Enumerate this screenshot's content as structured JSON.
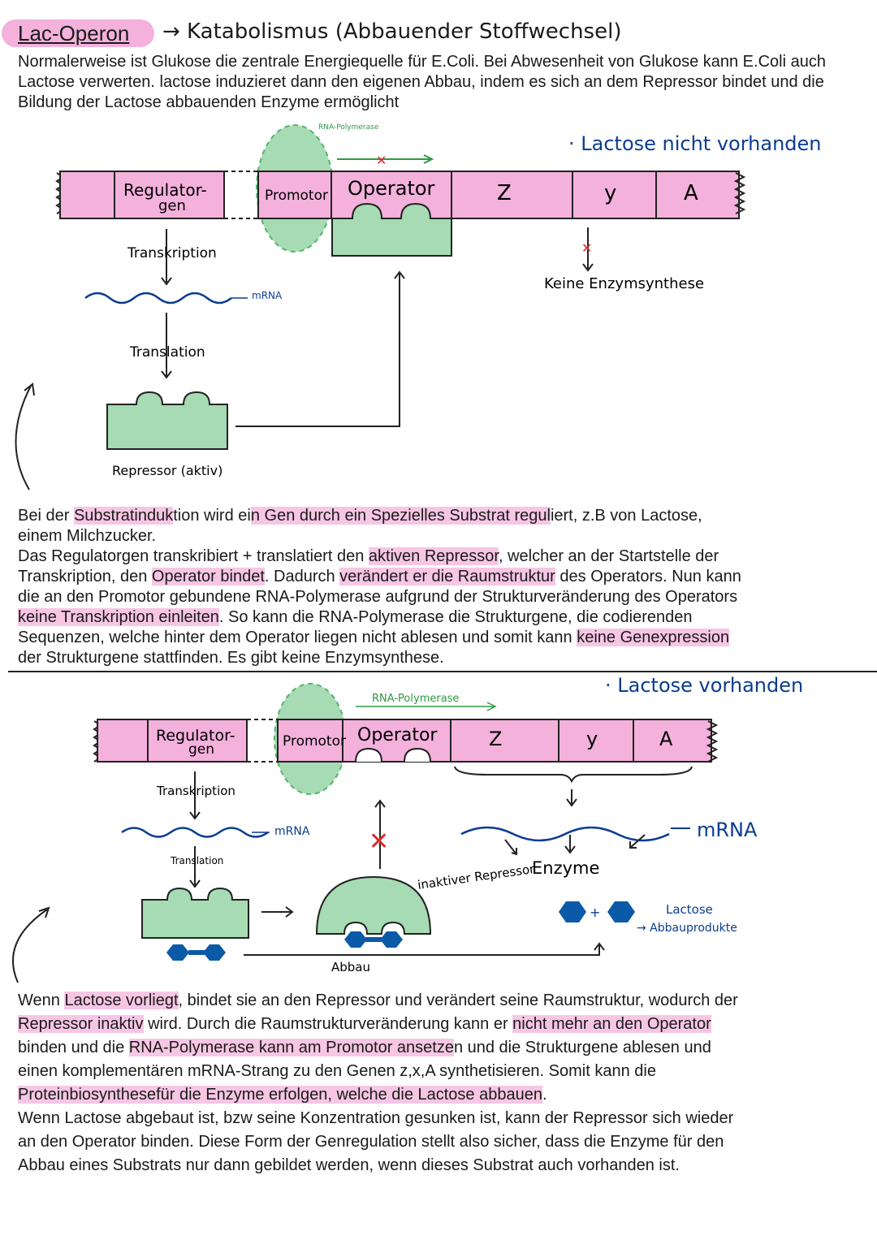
{
  "header": {
    "title": "Lac-Operon",
    "subtitle": "→ Katabolismus (Abbauender Stoffwechsel)"
  },
  "intro": {
    "text": "Normalerweise ist Glukose die zentrale Energiequelle für E.Coli. Bei Abwesenheit von Glukose kann E.Coli auch Lactose verwerten. lactose induzieret dann den eigenen Abbau, indem es sich an dem Repressor bindet und die Bildung der Lactose abbauenden Enzyme ermöglicht"
  },
  "diagram1": {
    "heading": "· Lactose nicht vorhanden",
    "rna_pol_label": "RNA-Polymerase",
    "genes": {
      "regulator": "Regulator-",
      "regulator2": "gen",
      "promotor": "Promotor",
      "operator": "Operator",
      "z": "Z",
      "y": "y",
      "a": "A"
    },
    "transkription": "Transkription",
    "mrna": "mRNA",
    "translation": "Translation",
    "repressor": "Repressor (aktiv)",
    "no_synthesis": "Keine Enzymsynthese",
    "colors": {
      "pink": "#f3b1dc",
      "green": "#a6dbb3",
      "green_dash": "#55b36b",
      "blue": "#0b3d91",
      "red": "#e0242a"
    }
  },
  "para1": {
    "s1": "Bei der ",
    "h1": "Substratinduk",
    "s2": "tion wird ei",
    "h2": "n Gen durch ein Spezielles Substrat regul",
    "s3": "iert, z.B von Lactose,",
    "line2": "einem Milchzucker.",
    "s4": "Das Regulatorgen transkribiert + translatiert den ",
    "h3": "aktiven Repressor",
    "s5": ", welcher an der Startstelle der",
    "s6": "Transkription, den ",
    "h4": "Operator bindet",
    "s7": ". Dadurch ",
    "h5": "verändert er die Raumstruktur",
    "s8": " des Operators. Nun kann",
    "line5": "die an den Promotor gebundene RNA-Polymerase aufgrund der Strukturveränderung des Operators",
    "h6": "keine Transkription einleiten",
    "s9": ". So kann die RNA-Polymerase die Strukturgene, die codierenden",
    "s10": "Sequenzen, welche hinter dem Operator liegen nicht ablesen und somit kann ",
    "h7": "keine Genexpression",
    "line8": "der Strukturgene stattfinden. Es gibt keine Enzymsynthese."
  },
  "diagram2": {
    "heading": "· Lactose vorhanden",
    "rna_pol_label": "RNA-Polymerase",
    "genes": {
      "regulator": "Regulator-",
      "regulator2": "gen",
      "promotor": "Promotor",
      "operator": "Operator",
      "z": "Z",
      "y": "y",
      "a": "A"
    },
    "transkription": "Transkription",
    "mrna_left": "mRNA",
    "translation": "Translation",
    "inactive_repressor": "inaktiver Repressor",
    "abbau": "Abbau",
    "mrna_right": "mRNA",
    "enzyme": "Enzyme",
    "plus": "+",
    "lactose": "Lactose",
    "abbauprodukte": "→ Abbauprodukte"
  },
  "para2": {
    "s1": "Wenn ",
    "h1": "Lactose vorliegt",
    "s2": ", bindet sie an den Repressor und verändert seine Raumstruktur, wodurch der",
    "h2": "Repressor inaktiv",
    "s3": " wird. Durch die Raumstrukturveränderung kann er ",
    "h3": "nicht mehr an den Operator",
    "s4": "binden und die ",
    "h4": "RNA-Polymerase kann am Promotor ansetze",
    "s5": "n und die Strukturgene ablesen und",
    "line4": "einen komplementären mRNA-Strang zu den Genen z,x,A synthetisieren. Somit kann die",
    "h5": "Proteinbiosynthesefür die Enzyme erfolgen, welche die Lactose abbauen",
    "s6": ".",
    "line6": "Wenn Lactose abgebaut ist, bzw seine Konzentration gesunken ist, kann der Repressor sich wieder",
    "line7": "an den Operator binden. Diese Form der Genregulation stellt also sicher, dass die Enzyme für den",
    "line8": "Abbau eines Substrats nur dann gebildet werden, wenn dieses Substrat auch vorhanden ist."
  }
}
